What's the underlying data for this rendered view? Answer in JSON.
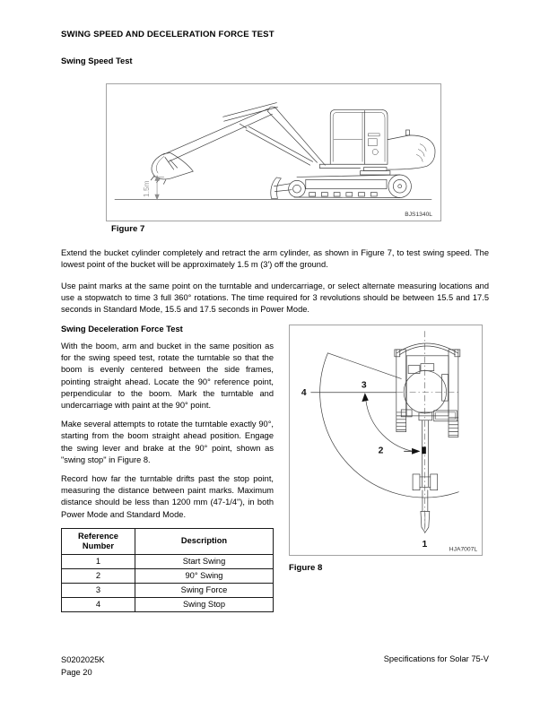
{
  "titles": {
    "main": "SWING SPEED AND DECELERATION FORCE TEST",
    "swing_speed": "Swing Speed Test",
    "swing_decel": "Swing Deceleration Force Test"
  },
  "paragraphs": {
    "p1": "Extend the bucket cylinder completely and retract the arm cylinder, as shown in Figure 7, to test swing speed. The lowest point of the bucket will be approximately 1.5 m (3') off the ground.",
    "p2": "Use paint marks at the same point on the turntable and undercarriage, or select alternate measuring locations and use a stopwatch to time 3 full 360° rotations. The time required for 3 revolutions should be between 15.5 and 17.5 seconds in Standard Mode, 15.5 and 17.5 seconds in Power Mode.",
    "p3": "With the boom, arm and bucket in the same position as for the swing speed test, rotate the turntable so that the boom is evenly centered between the side frames, pointing straight ahead. Locate the 90° reference point, perpendicular to the boom. Mark the turntable and undercarriage with paint at the 90° point.",
    "p4": "Make several attempts to rotate the turntable exactly 90°, starting from the boom straight ahead position. Engage the swing lever and brake at the 90° point, shown as \"swing stop\" in Figure 8.",
    "p5": "Record how far the turntable drifts past the stop point, measuring the distance between paint marks. Maximum distance should be less than 1200 mm (47-1/4\"), in both Power Mode and Standard Mode."
  },
  "figure7": {
    "caption": "Figure 7",
    "code": "BJS1340L",
    "dimension_label": "1.5m"
  },
  "figure8": {
    "caption": "Figure 8",
    "code": "HJA7007L",
    "labels": {
      "l1": "1",
      "l2": "2",
      "l3": "3",
      "l4": "4"
    }
  },
  "table": {
    "headers": [
      "Reference Number",
      "Description"
    ],
    "rows": [
      [
        "1",
        "Start Swing"
      ],
      [
        "2",
        "90° Swing"
      ],
      [
        "3",
        "Swing Force"
      ],
      [
        "4",
        "Swing Stop"
      ]
    ]
  },
  "footer": {
    "doc_number": "S0202025K",
    "page": "Page 20",
    "right": "Specifications for Solar 75-V"
  }
}
